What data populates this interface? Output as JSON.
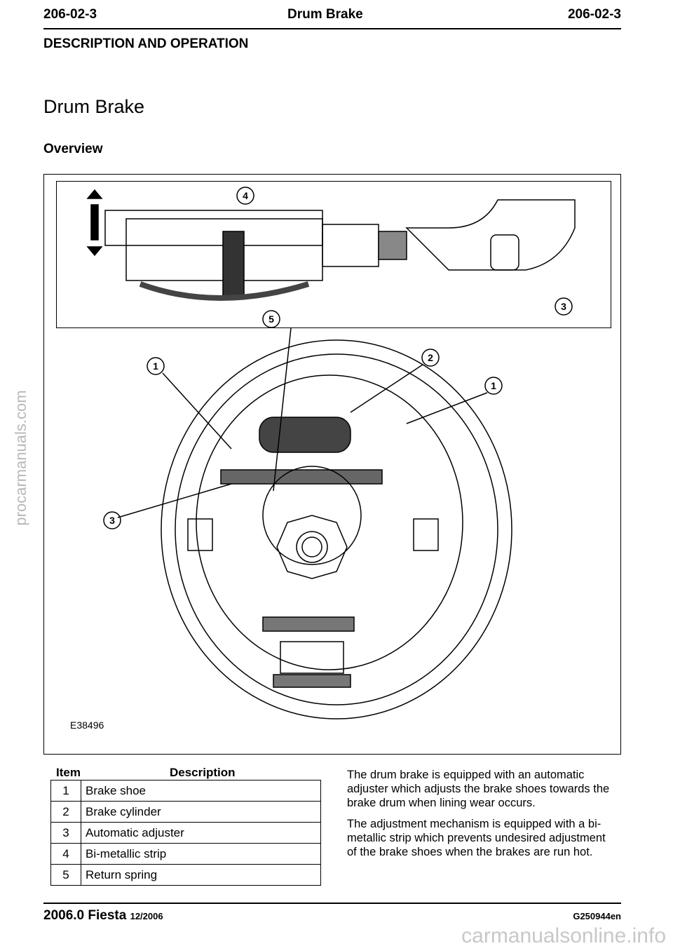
{
  "header": {
    "left": "206-02-3",
    "center": "Drum Brake",
    "right": "206-02-3"
  },
  "section": "DESCRIPTION AND OPERATION",
  "title": "Drum Brake",
  "subtitle": "Overview",
  "figure": {
    "id": "E38496",
    "callouts": [
      "1",
      "2",
      "3",
      "4",
      "5"
    ]
  },
  "table": {
    "headers": {
      "item": "Item",
      "description": "Description"
    },
    "rows": [
      {
        "item": "1",
        "desc": "Brake shoe"
      },
      {
        "item": "2",
        "desc": "Brake cylinder"
      },
      {
        "item": "3",
        "desc": "Automatic adjuster"
      },
      {
        "item": "4",
        "desc": "Bi-metallic strip"
      },
      {
        "item": "5",
        "desc": "Return spring"
      }
    ]
  },
  "paragraphs": [
    "The drum brake is equipped with an automatic adjuster which adjusts the brake shoes towards the brake drum when lining wear occurs.",
    "The adjustment mechanism is equipped with a bi-metallic strip which prevents undesired adjustment of the brake shoes when the brakes are run hot."
  ],
  "footer": {
    "model": "2006.0 Fiesta",
    "date": "12/2006",
    "code": "G250944en"
  },
  "watermarks": [
    "procarmanuals.com",
    "carmanualsonline.info"
  ]
}
